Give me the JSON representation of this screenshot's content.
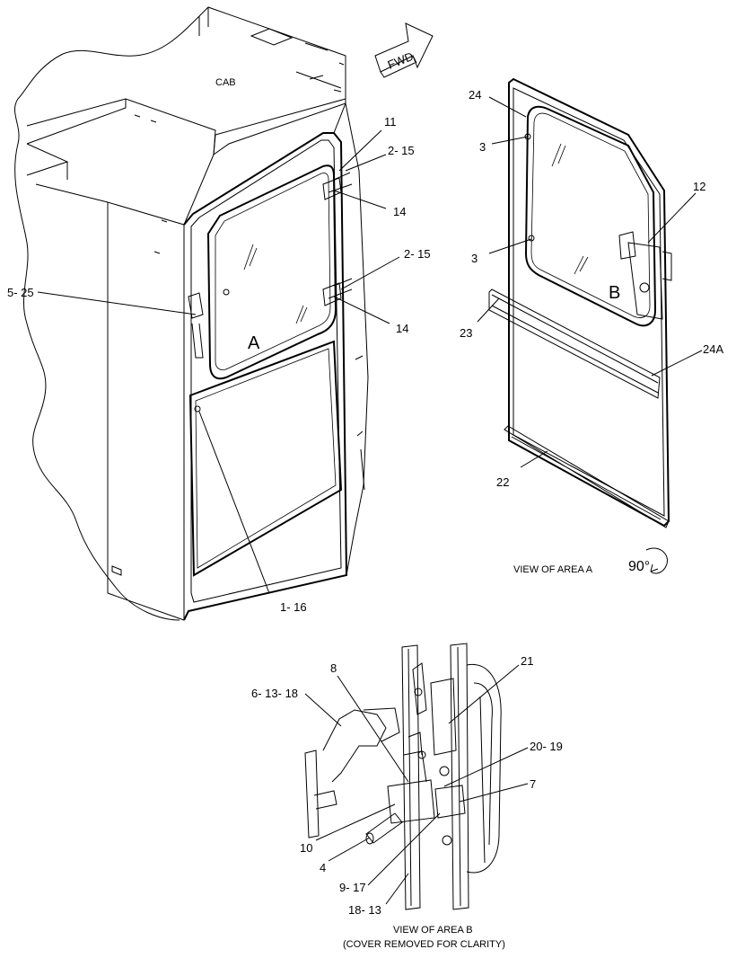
{
  "labels": {
    "cab": "CAB",
    "fwd": "FWD",
    "area_a_main": "A",
    "area_b_main": "B",
    "view_area_a": "VIEW OF AREA  A",
    "rotation": "90°",
    "view_area_b": "VIEW OF AREA B",
    "cover_removed": "(COVER REMOVED FOR CLARITY)"
  },
  "callouts_main": {
    "c11": "11",
    "c2_15_top": "2- 15",
    "c14_top": "14",
    "c2_15_mid": "2- 15",
    "c14_mid": "14",
    "c5_25": "5- 25",
    "c1_16": "1- 16"
  },
  "callouts_area_a": {
    "c24": "24",
    "c3_top": "3",
    "c3_mid": "3",
    "c12": "12",
    "c23": "23",
    "c24a": "24A",
    "c22": "22"
  },
  "callouts_area_b": {
    "c8": "8",
    "c21": "21",
    "c6_13_18": "6- 13- 18",
    "c20_19": "20- 19",
    "c7": "7",
    "c10": "10",
    "c4": "4",
    "c9_17": "9- 17",
    "c18_13": "18- 13"
  }
}
